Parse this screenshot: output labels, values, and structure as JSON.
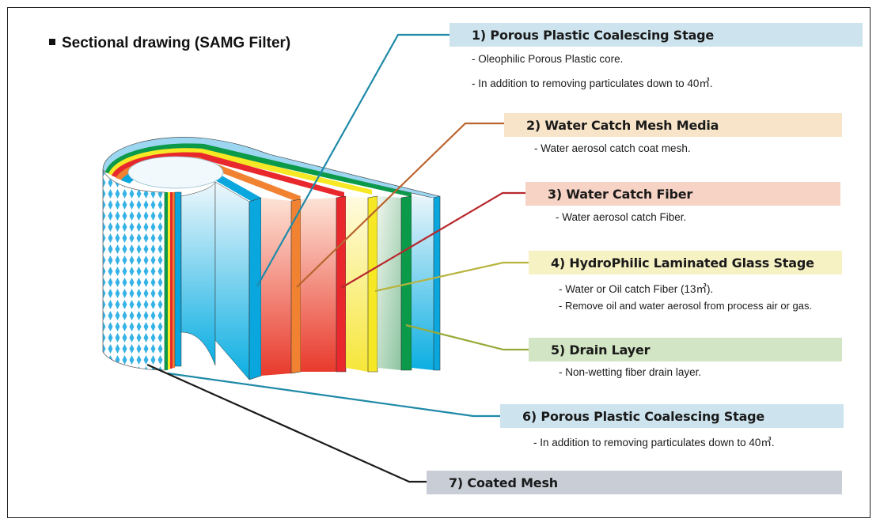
{
  "title": "Sectional drawing (SAMG Filter)",
  "icons": {
    "title_bullet": "square-bullet-icon"
  },
  "stages": [
    {
      "label": "1) Porous Plastic Coalescing Stage",
      "bg": "#cde4ef",
      "line": "#1f8aa8",
      "notes": [
        "- Oleophilic Porous Plastic core.",
        "- In addition to removing particulates down to 40㎥."
      ]
    },
    {
      "label": "2) Water Catch Mesh Media",
      "bg": "#f8e5c9",
      "line": "#b9652f",
      "notes": [
        "- Water aerosol catch coat mesh."
      ]
    },
    {
      "label": "3) Water Catch Fiber",
      "bg": "#f6d3c4",
      "line": "#b8282e",
      "notes": [
        "- Water aerosol catch Fiber."
      ]
    },
    {
      "label": "4) HydroPhilic Laminated Glass Stage",
      "bg": "#f6f2c4",
      "line": "#b8b43e",
      "notes": [
        "- Water or Oil catch Fiber (13㎥).",
        "- Remove oil and water aerosol from process air or gas."
      ]
    },
    {
      "label": "5) Drain Layer",
      "bg": "#d2e5c4",
      "line": "#9aaa3a",
      "notes": [
        "- Non-wetting fiber drain layer."
      ]
    },
    {
      "label": "6) Porous Plastic Coalescing Stage",
      "bg": "#cde4ef",
      "line": "#1f8aa8",
      "notes": [
        "- In addition to removing particulates down to 40㎥."
      ]
    },
    {
      "label": "7) Coated Mesh",
      "bg": "#c9ced6",
      "line": "#1a1a1a",
      "notes": []
    }
  ],
  "layer_colors": {
    "porous_plastic": "#0aa7de",
    "mesh_media": "#f08232",
    "catch_fiber": "#e8282c",
    "glass_stage": "#f7e825",
    "drain_layer": "#0a9a4a",
    "outer_porous": "#0aa7de"
  }
}
